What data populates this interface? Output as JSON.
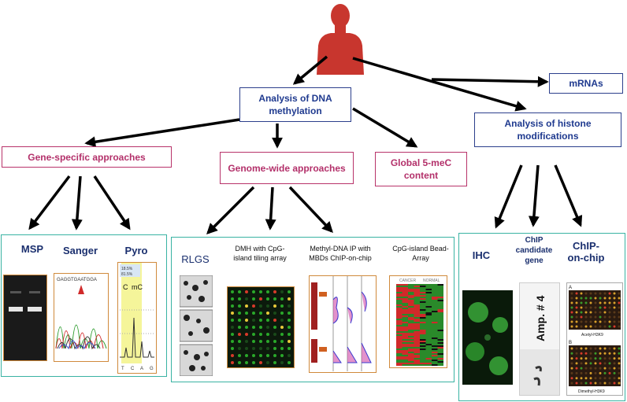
{
  "nodes": {
    "analysis_dna": "Analysis of DNA methylation",
    "mrnas": "mRNAs",
    "histone": "Analysis of histone modifications",
    "gene_specific": "Gene-specific approaches",
    "genome_wide": "Genome-wide approaches",
    "global_5mec": "Global 5-meC content"
  },
  "gene_panel": {
    "msp": "MSP",
    "sanger": "Sanger",
    "pyro": "Pyro",
    "sanger_seq": "GAGGTGAATGGA",
    "pyro_pct1": "18.5%",
    "pyro_pct2": "81.5%",
    "pyro_c": "C",
    "pyro_mc": "mC",
    "pyro_axis": [
      "T",
      "C",
      "A",
      "G"
    ]
  },
  "genome_panel": {
    "rlgs": "RLGS",
    "dmh": "DMH with CpG-island tiling array",
    "methyl": "Methyl-DNA IP with MBDs ChIP-on-chip",
    "cpg": "CpG-island Bead-Array",
    "cancer": "CANCER",
    "normal": "NORMAL"
  },
  "histone_panel": {
    "ihc": "IHC",
    "chip_candidate": "ChIP candidate gene",
    "chip_on_chip": "ChIP-on-chip",
    "amp": "Amp. # 4",
    "label_a": "A",
    "label_b": "B",
    "acetyl": "Acetyl-H3K9",
    "dimethyl": "Dimethyl-H3K9"
  },
  "colors": {
    "blue_border": "#2c3f8c",
    "pink_border": "#b8336a",
    "panel_border": "#39b3a3",
    "human": "#c8362e"
  }
}
